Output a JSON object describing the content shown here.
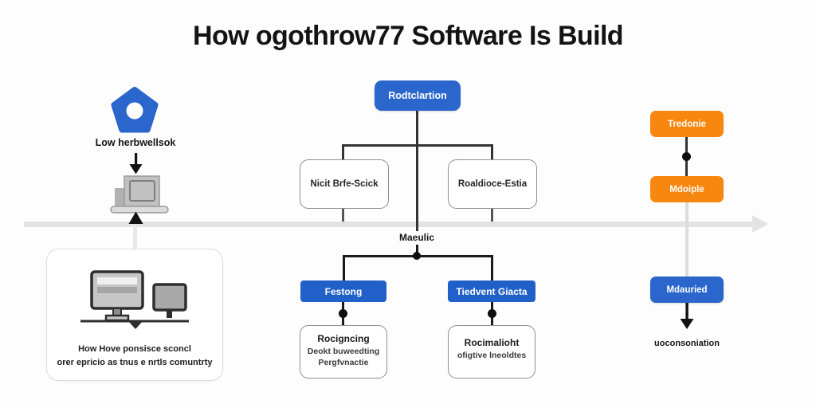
{
  "title": "How ogothrow77 Software Is Build",
  "colors": {
    "blue": "#2a66cc",
    "blue_dark": "#2160c8",
    "orange": "#f7870e",
    "axis_gray": "#e3e3e3"
  },
  "left": {
    "icon_label": "Low herbwellsok",
    "card": {
      "caption_line1": "How Hove ponsisce sconcl",
      "caption_line2": "orer epricio as tnus e nrtls comuntrty"
    }
  },
  "flow": {
    "root_label": "Rodtclartion",
    "child_left": "Nicit Brfe-Scick",
    "child_right": "Roaldioce-Estia",
    "mid_label": "Maeulic",
    "left_branch": {
      "header": "Festong",
      "title": "Rocigncing",
      "line1": "Deokt buweedting",
      "line2": "Pergfvnactie"
    },
    "right_branch": {
      "header": "Tiedvent Giacta",
      "title": "Rocimalioht",
      "line1": "ofigtive lneoldtes"
    }
  },
  "timeline": {
    "step1": "Tredonie",
    "step2": "Mdoiple",
    "step3": "Mdauried",
    "footer": "uoconsoniation"
  }
}
